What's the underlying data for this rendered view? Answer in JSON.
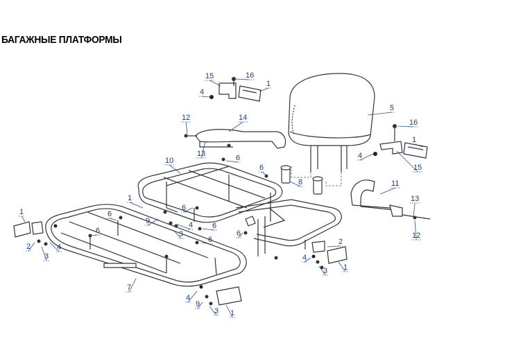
{
  "title": "БАГАЖНЫЕ ПЛАТФОРМЫ",
  "colors": {
    "label": "#1a3d7a",
    "leader": "#2a4f8c",
    "line": "#333333"
  },
  "callouts": [
    "15",
    "16",
    "1",
    "4",
    "5",
    "16",
    "1",
    "4",
    "15",
    "12",
    "14",
    "13",
    "6",
    "10",
    "6",
    "8",
    "11",
    "13",
    "12",
    "1",
    "6",
    "9",
    "4",
    "6",
    "3",
    "6",
    "6",
    "1",
    "2",
    "4",
    "3",
    "6",
    "4",
    "3",
    "1",
    "6",
    "2",
    "7",
    "4",
    "9",
    "3",
    "1"
  ]
}
